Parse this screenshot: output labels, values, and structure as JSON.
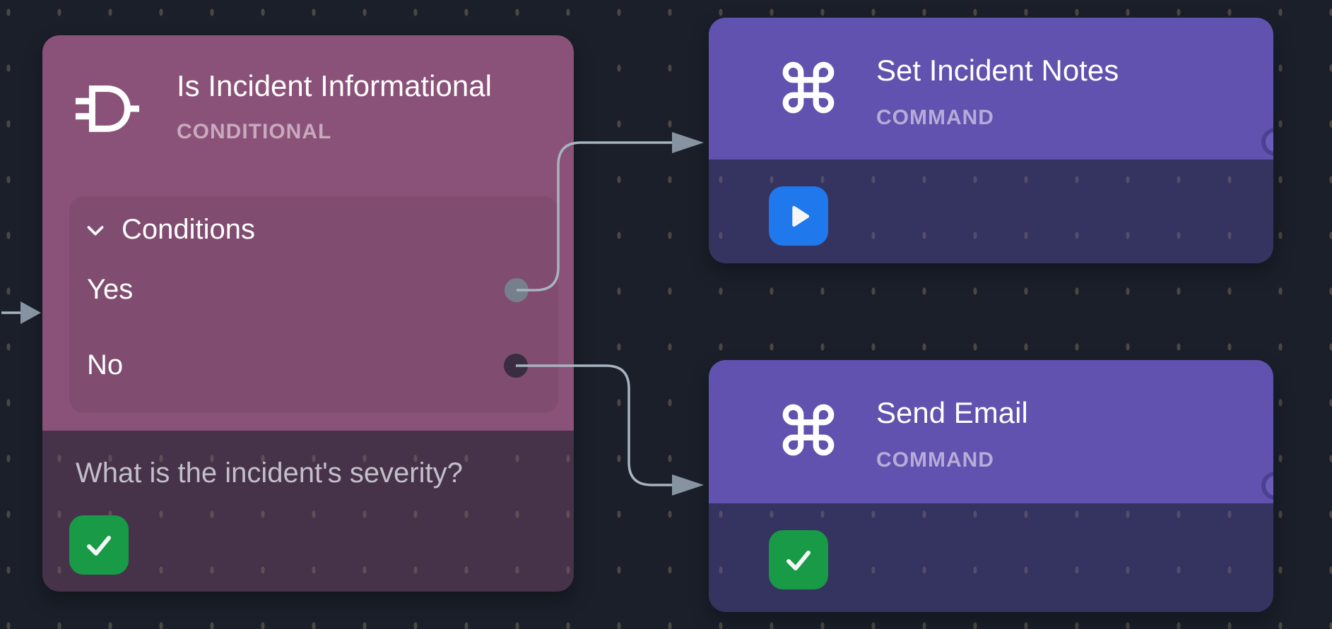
{
  "colors": {
    "bg": "#1a1f2a",
    "grid-dot": "#4c4840",
    "plum": "#8a5278",
    "plum-foot": "rgba(138,82,120,0.40)",
    "plum-sub": "#c8a9bd",
    "purple": "#6052ae",
    "purple-foot": "rgba(96,82,174,0.40)",
    "purple-sub": "#b7abd8",
    "green": "#189a47",
    "blue": "#1f78ec",
    "edge": "#a7b4c0",
    "edge-arrow": "#8793a1",
    "port-yes": "#76808d",
    "port-no": "#3a2d42",
    "port-out": "#6a5cb8",
    "port-out-ring": "#4c4191",
    "foot-text": "#c3bfca"
  },
  "nodes": {
    "conditional": {
      "title": "Is Incident Informational",
      "type_label": "CONDITIONAL",
      "icon": "logic-gate-icon",
      "conditions": {
        "header": "Conditions",
        "branches": [
          {
            "label": "Yes"
          },
          {
            "label": "No"
          }
        ]
      },
      "footer_question": "What is the incident's severity?",
      "status_icon": "check-icon"
    },
    "set_incident_notes": {
      "title": "Set Incident Notes",
      "type_label": "COMMAND",
      "icon": "command-icon",
      "status_icon": "play-icon"
    },
    "send_email": {
      "title": "Send Email",
      "type_label": "COMMAND",
      "icon": "command-icon",
      "status_icon": "check-icon"
    }
  }
}
